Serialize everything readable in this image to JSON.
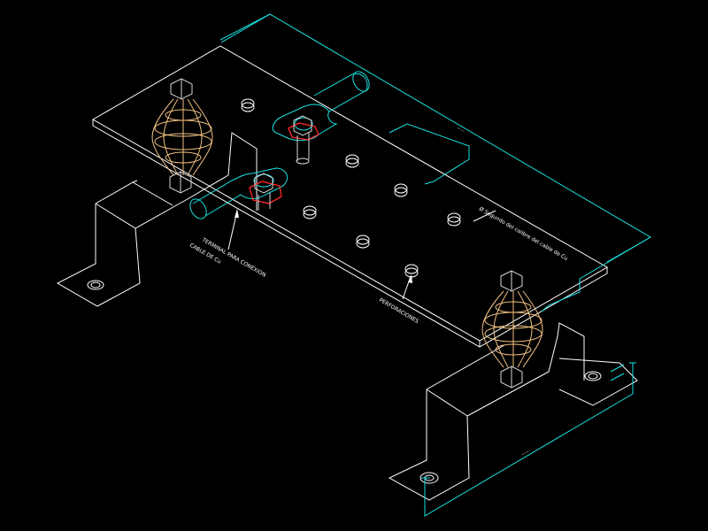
{
  "annotations": {
    "terminal_line1": "TERMINAL PARA CONEXION",
    "terminal_line2": "CABLE DE Cu",
    "perforations": "PERFORACIONES",
    "diameter_note": "Ø Segundo del calibre del cable de Cu"
  },
  "colors": {
    "background": "#000000",
    "outline": "#ffffff",
    "cable_terminal": "#19e3e3",
    "insulator": "#f0c080",
    "bolt_nut": "#ff2a2a"
  },
  "icons": [
    "insulator-icon",
    "cable-terminal-icon",
    "bolt-icon",
    "hole-icon"
  ]
}
